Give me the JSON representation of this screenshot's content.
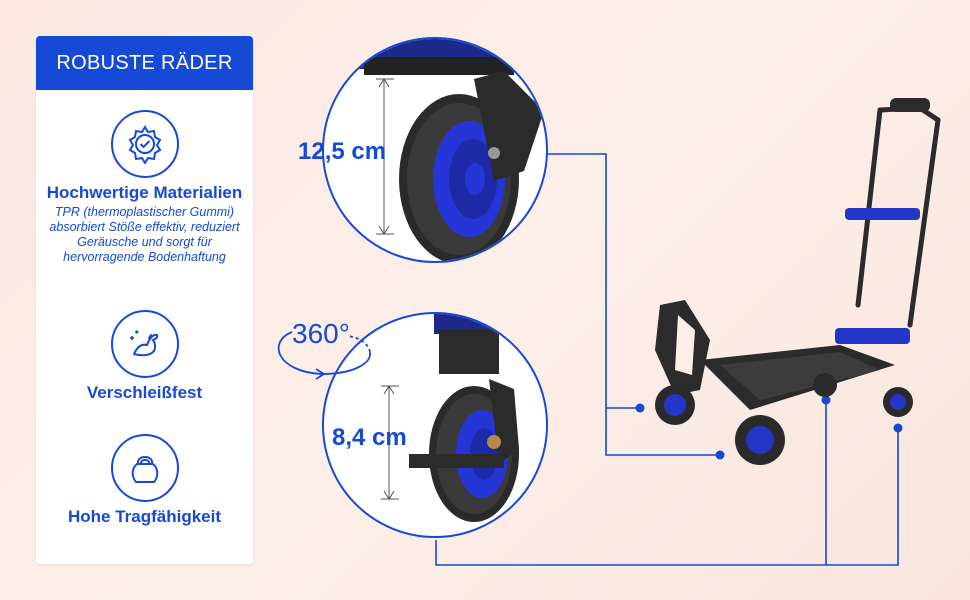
{
  "panel": {
    "header": "ROBUSTE RÄDER",
    "features": [
      {
        "icon": "gear-check-icon",
        "title": "Hochwertige Materialien",
        "description": "TPR (thermoplastischer Gummi) absorbiert Stöße effektiv, reduziert Geräusche und sorgt für hervorragende Bodenhaftung"
      },
      {
        "icon": "flexed-arm-icon",
        "title": "Verschleißfest",
        "description": ""
      },
      {
        "icon": "kettlebell-icon",
        "title": "Hohe Tragfähigkeit",
        "description": ""
      }
    ]
  },
  "callouts": {
    "large_wheel_height": "12,5 cm",
    "small_wheel_height": "8,4 cm",
    "rotation": "360°"
  },
  "colors": {
    "accent": "#1549d6",
    "background": "#fcefe8",
    "wheel_blue": "#2233cc",
    "frame": "#2b2b2b"
  }
}
